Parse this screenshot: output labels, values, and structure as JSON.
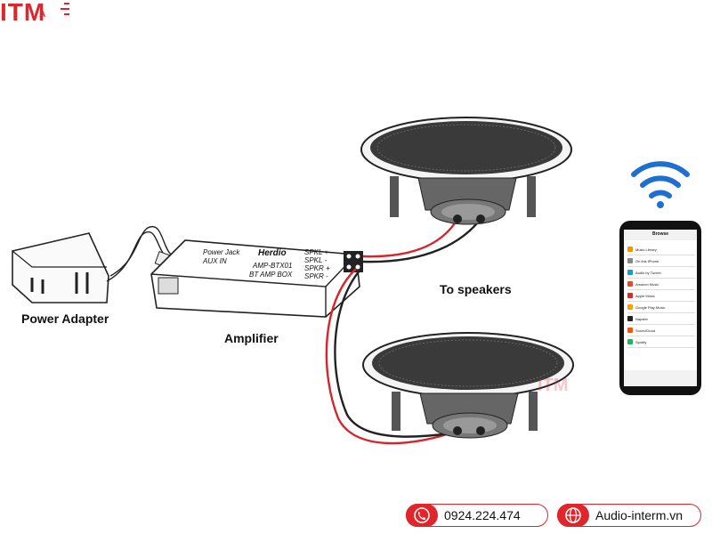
{
  "brand": {
    "logo_text": "ITM",
    "logo_sub": "A",
    "color": "#e0252b"
  },
  "labels": {
    "power_adapter": "Power Adapter",
    "amplifier": "Amplifier",
    "to_speakers": "To speakers"
  },
  "amplifier_box": {
    "brand": "Herdio",
    "model": "AMP-BTX01",
    "type": "BT AMP BOX",
    "ports": [
      "Power Jack",
      "AUX IN"
    ],
    "terminals": [
      "SPKL +",
      "SPKL -",
      "SPKR +",
      "SPKR -"
    ]
  },
  "phone": {
    "header": "Browse",
    "items": [
      "Music Library",
      "On this iPhone",
      "Audio by Tuneln",
      "Amazon Music",
      "Apple Music",
      "Google Play Music",
      "Napster",
      "SoundCloud",
      "Spotify"
    ]
  },
  "contact": {
    "phone": "0924.224.474",
    "website": "Audio-interm.vn"
  },
  "icons": {
    "phone": "phone-icon",
    "globe": "globe-icon",
    "wifi": "wifi-icon"
  },
  "colors": {
    "wire_red": "#d8232a",
    "wire_black": "#222222",
    "accent": "#e0252b",
    "wifi": "#1f6fd1"
  }
}
